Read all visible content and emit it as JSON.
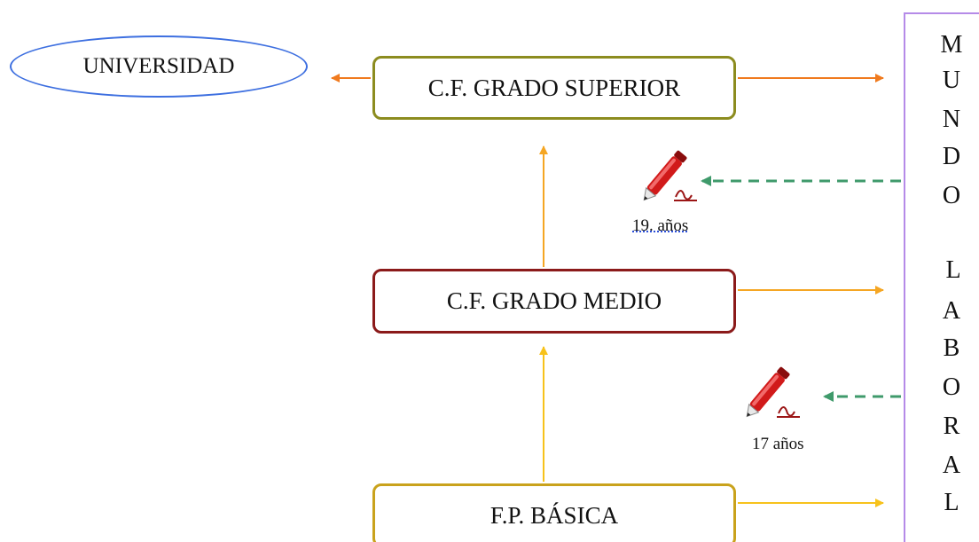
{
  "nodes": {
    "superior": "C.F. GRADO SUPERIOR",
    "medio": "C.F. GRADO MEDIO",
    "basica": "F.P. BÁSICA",
    "universidad": "UNIVERSIDAD"
  },
  "mundo_laboral": {
    "letters_top": [
      "M",
      "U",
      "N",
      "D",
      "O"
    ],
    "letters_bottom": [
      "L",
      "A",
      "B",
      "O",
      "R",
      "A",
      "L"
    ]
  },
  "exams": [
    {
      "age_label": "19. años",
      "icon": "pen-icon"
    },
    {
      "age_label": "17 años",
      "icon": "pen-icon"
    }
  ],
  "colors": {
    "superior_border": "#8c8c1f",
    "medio_border": "#8b1a1a",
    "basica_border": "#c9a21c",
    "universidad_border": "#3d6fe0",
    "mundo_border": "#b58be8",
    "arrow_orange": "#f07a1e",
    "arrow_amber": "#f5a623",
    "arrow_yellow": "#f7c21b",
    "arrow_dashed_green": "#3f9a6b",
    "pen_red": "#d11a1a"
  }
}
